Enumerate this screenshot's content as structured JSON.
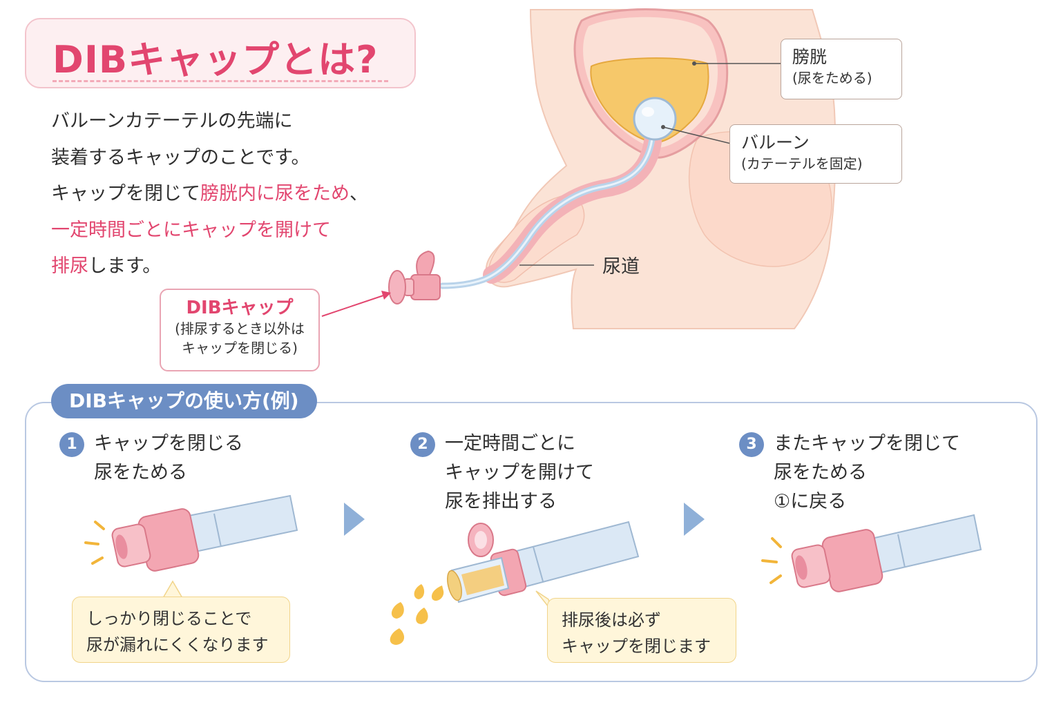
{
  "title": "DIBキャップとは?",
  "intro": {
    "line1": "バルーンカテーテルの先端に",
    "line2": "装着するキャップのことです。",
    "line3_a": "キャップを閉じて",
    "line3_b": "膀胱内に尿をため",
    "line3_c": "、",
    "line4": "一定時間ごとにキャップを開けて",
    "line5_a": "排尿",
    "line5_b": "します。"
  },
  "labels": {
    "bladder": {
      "name": "膀胱",
      "note": "(尿をためる)"
    },
    "balloon": {
      "name": "バルーン",
      "note": "(カテーテルを固定)"
    },
    "urethra": "尿道",
    "dib_cap": {
      "name": "DIBキャップ",
      "note1": "(排尿するとき以外は",
      "note2": "キャップを閉じる)"
    }
  },
  "usage": {
    "header": "DIBキャップの使い方(例)",
    "steps": [
      {
        "num": "1",
        "lines": [
          "キャップを閉じる",
          "尿をためる"
        ],
        "note": [
          "しっかり閉じることで",
          "尿が漏れにくくなります"
        ]
      },
      {
        "num": "2",
        "lines": [
          "一定時間ごとに",
          "キャップを開けて",
          "尿を排出する"
        ],
        "note": [
          "排尿後は必ず",
          "キャップを閉じます"
        ]
      },
      {
        "num": "3",
        "lines": [
          "またキャップを閉じて",
          "尿をためる",
          "①に戻る"
        ]
      }
    ]
  },
  "colors": {
    "accent_pink": "#e2466f",
    "accent_blue": "#6c8ec4",
    "note_yellow": "#fff6da",
    "skin": "#fbe3d6",
    "urine": "#f6c86a"
  }
}
